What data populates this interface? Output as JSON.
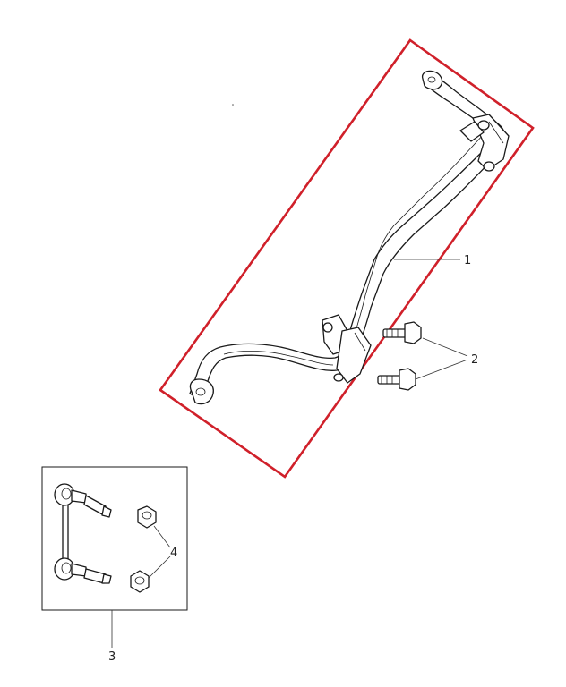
{
  "callouts": {
    "stabilizer_bar": "1",
    "bolts": "2",
    "link_kit": "3",
    "nuts": "4"
  },
  "colors": {
    "highlight_box": "#d0202a",
    "line_art": "#1a1a1a",
    "background": "#ffffff"
  }
}
